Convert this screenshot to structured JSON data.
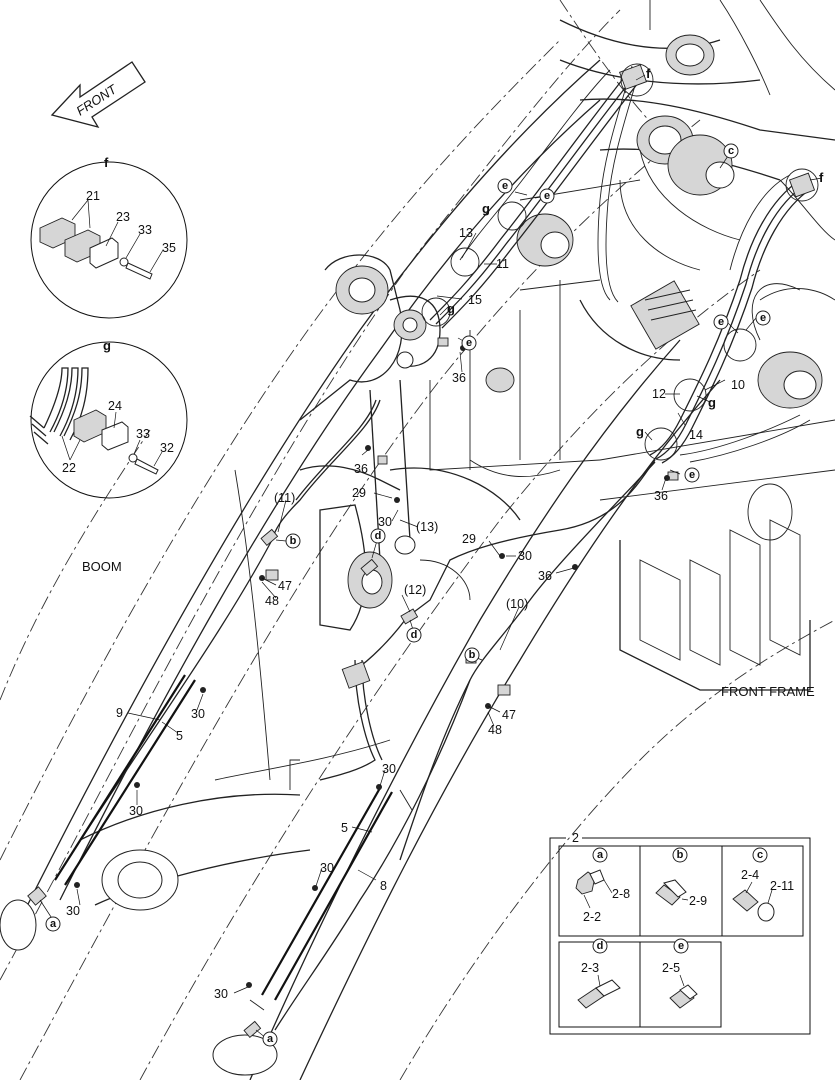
{
  "orientation": {
    "front_label": "FRONT"
  },
  "region_labels": {
    "boom": "BOOM",
    "front_frame": "FRONT FRAME"
  },
  "detail_f": {
    "letter": "f",
    "parts": [
      "21",
      "23",
      "33",
      "35"
    ]
  },
  "detail_g": {
    "letter": "g",
    "parts": [
      "24",
      "22",
      "33",
      "32"
    ]
  },
  "callouts": [
    "f",
    "f",
    "c",
    "e",
    "e",
    "g",
    "13",
    "11",
    "15",
    "g",
    "e",
    "36",
    "e",
    "e",
    "10",
    "12",
    "g",
    "14",
    "g",
    "e",
    "36",
    "36",
    "29",
    "30",
    "(13)",
    "(11)",
    "b",
    "d",
    "47",
    "48",
    "29",
    "30",
    "36",
    "(12)",
    "d",
    "(10)",
    "b",
    "47",
    "48",
    "9",
    "30",
    "5",
    "30",
    "30",
    "5",
    "8",
    "30",
    "30",
    "a",
    "30",
    "a"
  ],
  "legend": {
    "number": "2",
    "cells": [
      {
        "letter": "a",
        "parts": [
          "2-8",
          "2-2"
        ]
      },
      {
        "letter": "b",
        "parts": [
          "2-9"
        ]
      },
      {
        "letter": "c",
        "parts": [
          "2-4",
          "2-11"
        ]
      },
      {
        "letter": "d",
        "parts": [
          "2-3"
        ]
      },
      {
        "letter": "e",
        "parts": [
          "2-5"
        ]
      }
    ]
  }
}
